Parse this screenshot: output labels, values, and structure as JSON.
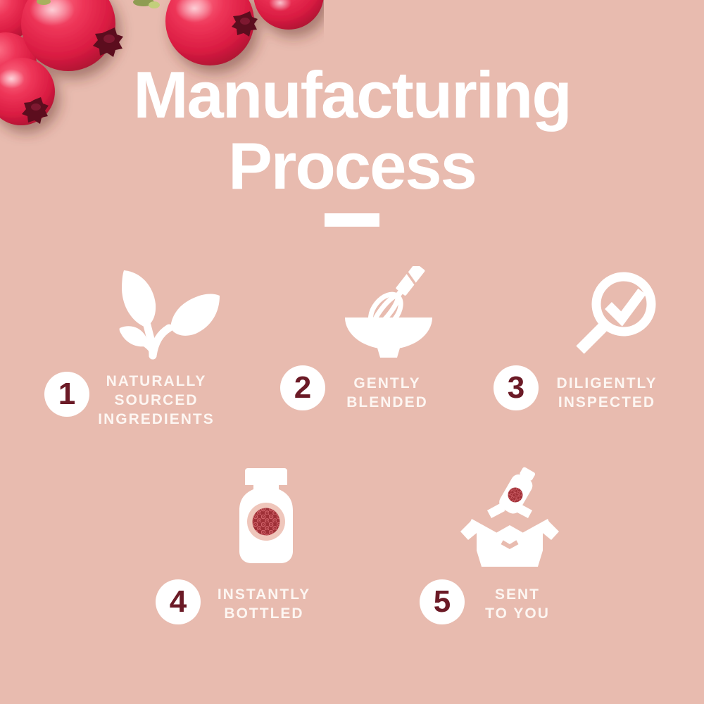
{
  "title": {
    "line1": "Manufacturing",
    "line2": "Process"
  },
  "steps": [
    {
      "number": "1",
      "icon": "plant-icon",
      "lines": [
        "NATURALLY",
        "SOURCED",
        "INGREDIENTS"
      ]
    },
    {
      "number": "2",
      "icon": "whisk-bowl-icon",
      "lines": [
        "GENTLY",
        "BLENDED"
      ]
    },
    {
      "number": "3",
      "icon": "magnifier-check-icon",
      "lines": [
        "DILIGENTLY",
        "INSPECTED"
      ]
    },
    {
      "number": "4",
      "icon": "bottle-icon",
      "lines": [
        "INSTANTLY",
        "BOTTLED"
      ]
    },
    {
      "number": "5",
      "icon": "shipping-box-icon",
      "lines": [
        "SENT",
        "TO YOU"
      ]
    }
  ],
  "colors": {
    "background": "#e8bbaf",
    "text_white": "#ffffff",
    "number_maroon": "#6b1a26",
    "berry_red": "#df1f44",
    "bottle_label_red": "#9e2f36",
    "label_ring_pink": "#efc6bb"
  },
  "decor": {
    "top_left_image": "hawthorn-berries"
  }
}
